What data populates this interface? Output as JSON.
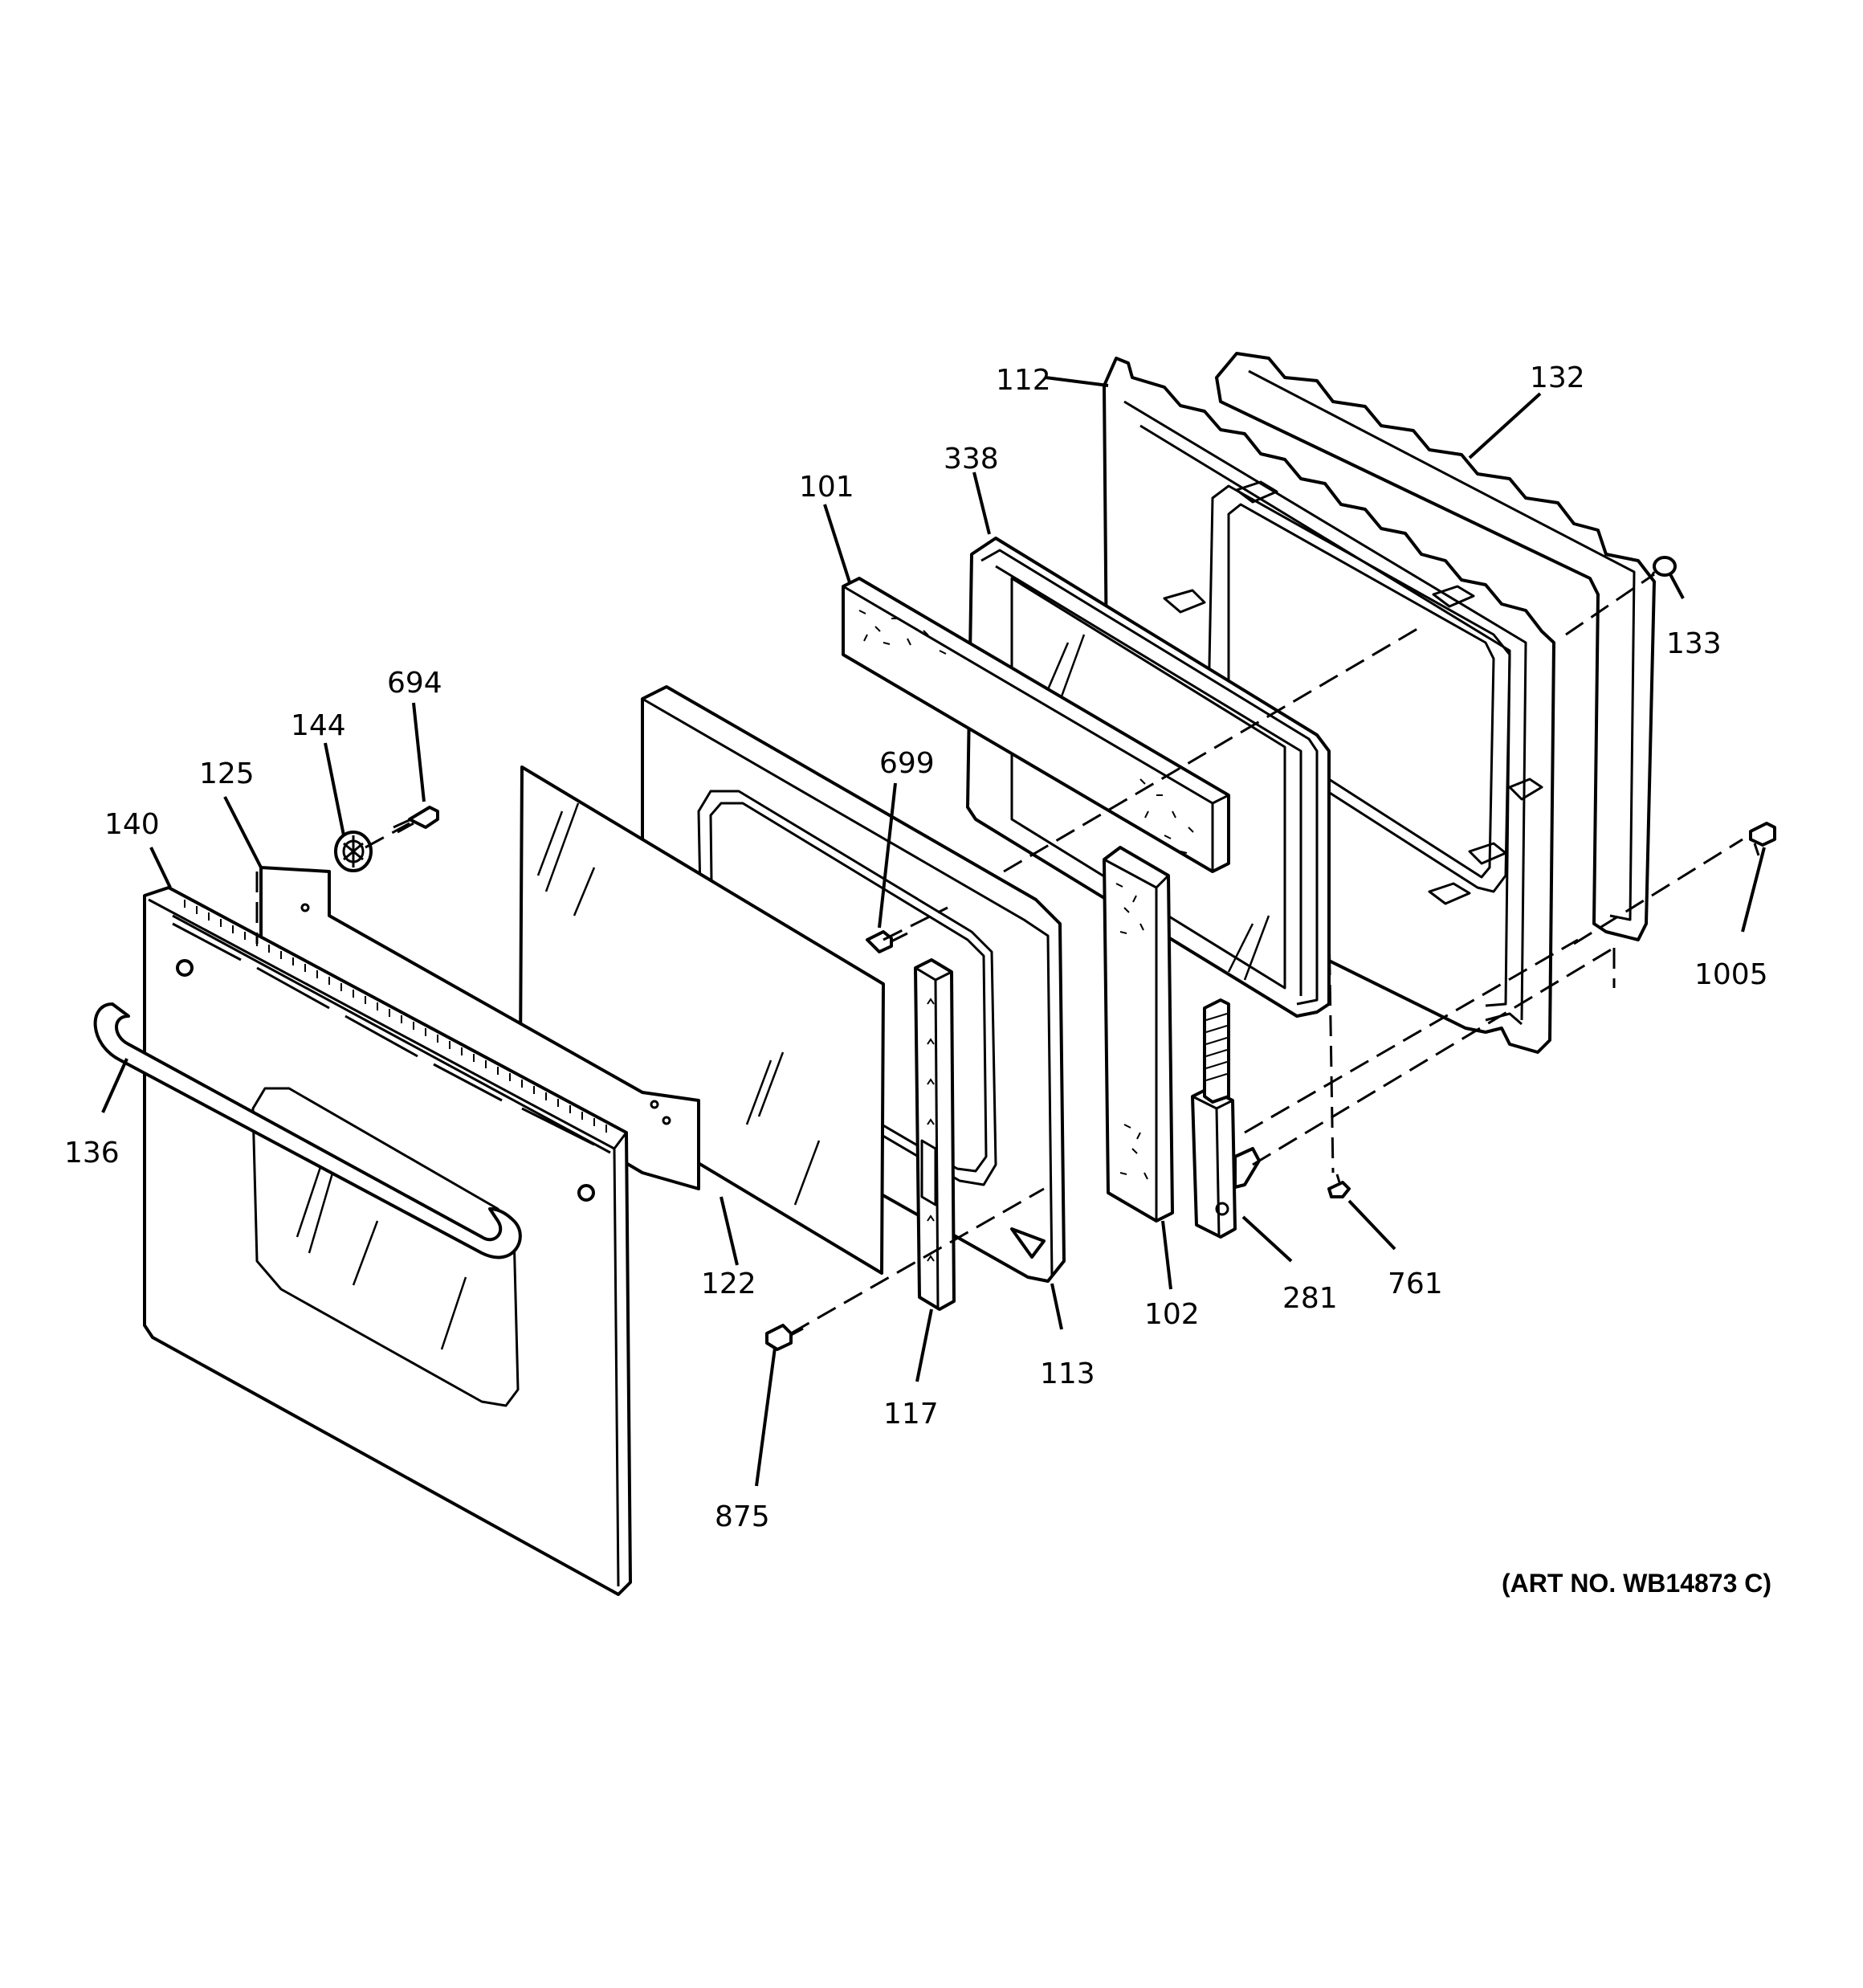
{
  "diagram": {
    "art_number": "(ART NO. WB14873 C)",
    "parts": [
      {
        "id": "112",
        "label": "112"
      },
      {
        "id": "132",
        "label": "132"
      },
      {
        "id": "338",
        "label": "338"
      },
      {
        "id": "101",
        "label": "101"
      },
      {
        "id": "133",
        "label": "133"
      },
      {
        "id": "694",
        "label": "694"
      },
      {
        "id": "144",
        "label": "144"
      },
      {
        "id": "125",
        "label": "125"
      },
      {
        "id": "699",
        "label": "699"
      },
      {
        "id": "140",
        "label": "140"
      },
      {
        "id": "1005",
        "label": "1005"
      },
      {
        "id": "136",
        "label": "136"
      },
      {
        "id": "122",
        "label": "122"
      },
      {
        "id": "761",
        "label": "761"
      },
      {
        "id": "281",
        "label": "281"
      },
      {
        "id": "102",
        "label": "102"
      },
      {
        "id": "113",
        "label": "113"
      },
      {
        "id": "117",
        "label": "117"
      },
      {
        "id": "875",
        "label": "875"
      }
    ]
  }
}
